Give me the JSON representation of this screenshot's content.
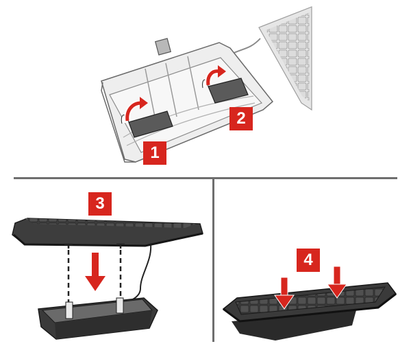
{
  "steps": [
    {
      "label": "1"
    },
    {
      "label": "2"
    },
    {
      "label": "3"
    },
    {
      "label": "4"
    }
  ],
  "colors": {
    "step_badge": "#d7261e",
    "arrow": "#d7261e",
    "tray": "#4a4a4a",
    "keyboard": "#3a3a3a",
    "divider": "#6e6e6e"
  },
  "icons": [
    "curved-arrow-icon",
    "down-arrow-icon",
    "keyboard-icon",
    "tray-icon"
  ]
}
